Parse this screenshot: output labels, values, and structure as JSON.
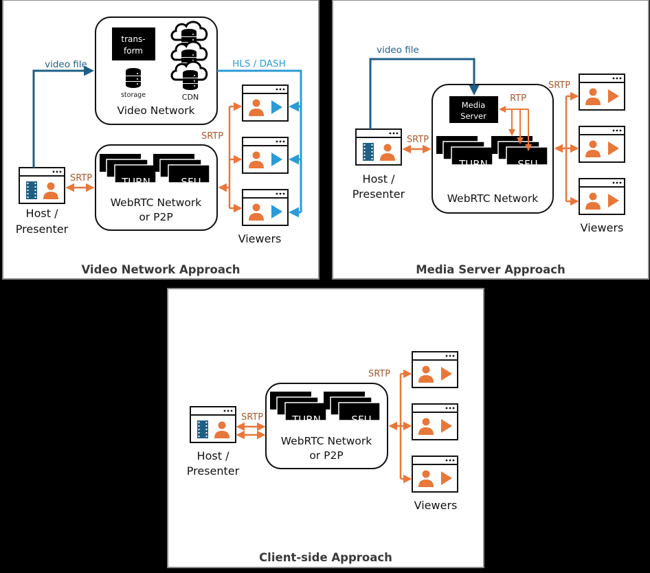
{
  "colors": {
    "background": "#000000",
    "panel": "#ffffff",
    "panel_border": "#8a8a8a",
    "orange": "#e8773a",
    "orange_text": "#a9582b",
    "blue_dark": "#1f5f86",
    "blue_light": "#2b9bd6",
    "black": "#000000",
    "title_text": "#3a3a3a"
  },
  "panels": [
    {
      "id": "video-network",
      "title": "Video Network Approach",
      "host_label_line1": "Host /",
      "host_label_line2": "Presenter",
      "viewers_label": "Viewers",
      "video_network": {
        "label": "Video Network",
        "transform_line1": "trans-",
        "transform_line2": "form",
        "storage_label": "storage",
        "cdn_label": "CDN"
      },
      "webrtc": {
        "label_line1": "WebRTC Network",
        "label_line2": "or P2P",
        "turn_label": "TURN",
        "sfu_label": "SFU"
      },
      "edges": {
        "video_file": "video file",
        "hls_dash": "HLS / DASH",
        "srtp_host": "SRTP",
        "srtp_viewers": "SRTP"
      },
      "viewer_count": 3
    },
    {
      "id": "media-server",
      "title": "Media Server Approach",
      "host_label_line1": "Host /",
      "host_label_line2": "Presenter",
      "viewers_label": "Viewers",
      "media_server_line1": "Media",
      "media_server_line2": "Server",
      "webrtc": {
        "label_line1": "WebRTC Network",
        "turn_label": "TURN",
        "sfu_label": "SFU"
      },
      "edges": {
        "video_file": "video file",
        "rtp": "RTP",
        "srtp_host": "SRTP",
        "srtp_viewers": "SRTP"
      },
      "viewer_count": 3
    },
    {
      "id": "client-side",
      "title": "Client-side Approach",
      "host_label_line1": "Host /",
      "host_label_line2": "Presenter",
      "viewers_label": "Viewers",
      "webrtc": {
        "label_line1": "WebRTC Network",
        "label_line2": "or P2P",
        "turn_label": "TURN",
        "sfu_label": "SFU"
      },
      "edges": {
        "srtp_host": "SRTP",
        "srtp_viewers": "SRTP"
      },
      "viewer_count": 3
    }
  ]
}
